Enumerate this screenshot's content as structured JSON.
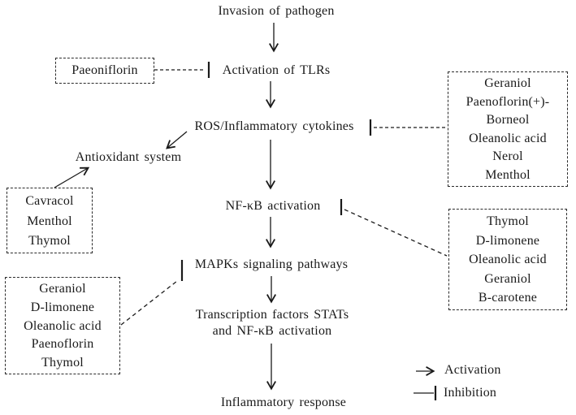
{
  "nodes": {
    "invasion": "Invasion of pathogen",
    "tlrs": "Activation of TLRs",
    "ros": "ROS/Inflammatory cytokines",
    "antioxidant": "Antioxidant system",
    "nfkb": "NF-κB activation",
    "mapks": "MAPKs signaling pathways",
    "transcription_l1": "Transcription factors STATs",
    "transcription_l2": "and NF-κB activation",
    "inflammatory": "Inflammatory response"
  },
  "boxes": {
    "tlr_inhibitor": {
      "lines": [
        "Paeoniflorin"
      ]
    },
    "cytokine_inhibitors": {
      "lines": [
        "Geraniol",
        "Paenoflorin(+)-",
        "Borneol",
        "Oleanolic acid",
        "Nerol",
        "Menthol"
      ]
    },
    "antioxidant_activators": {
      "lines": [
        "Cavracol",
        "Menthol",
        "Thymol"
      ]
    },
    "nfkb_inhibitors": {
      "lines": [
        "Thymol",
        "D-limonene",
        "Oleanolic acid",
        "Geraniol",
        "B-carotene"
      ]
    },
    "mapk_inhibitors": {
      "lines": [
        "Geraniol",
        "D-limonene",
        "Oleanolic acid",
        "Paenoflorin",
        "Thymol"
      ]
    }
  },
  "legend": {
    "activation": "Activation",
    "inhibition": "Inhibition"
  },
  "colors": {
    "ink": "#1a1a1a",
    "background": "#ffffff"
  }
}
